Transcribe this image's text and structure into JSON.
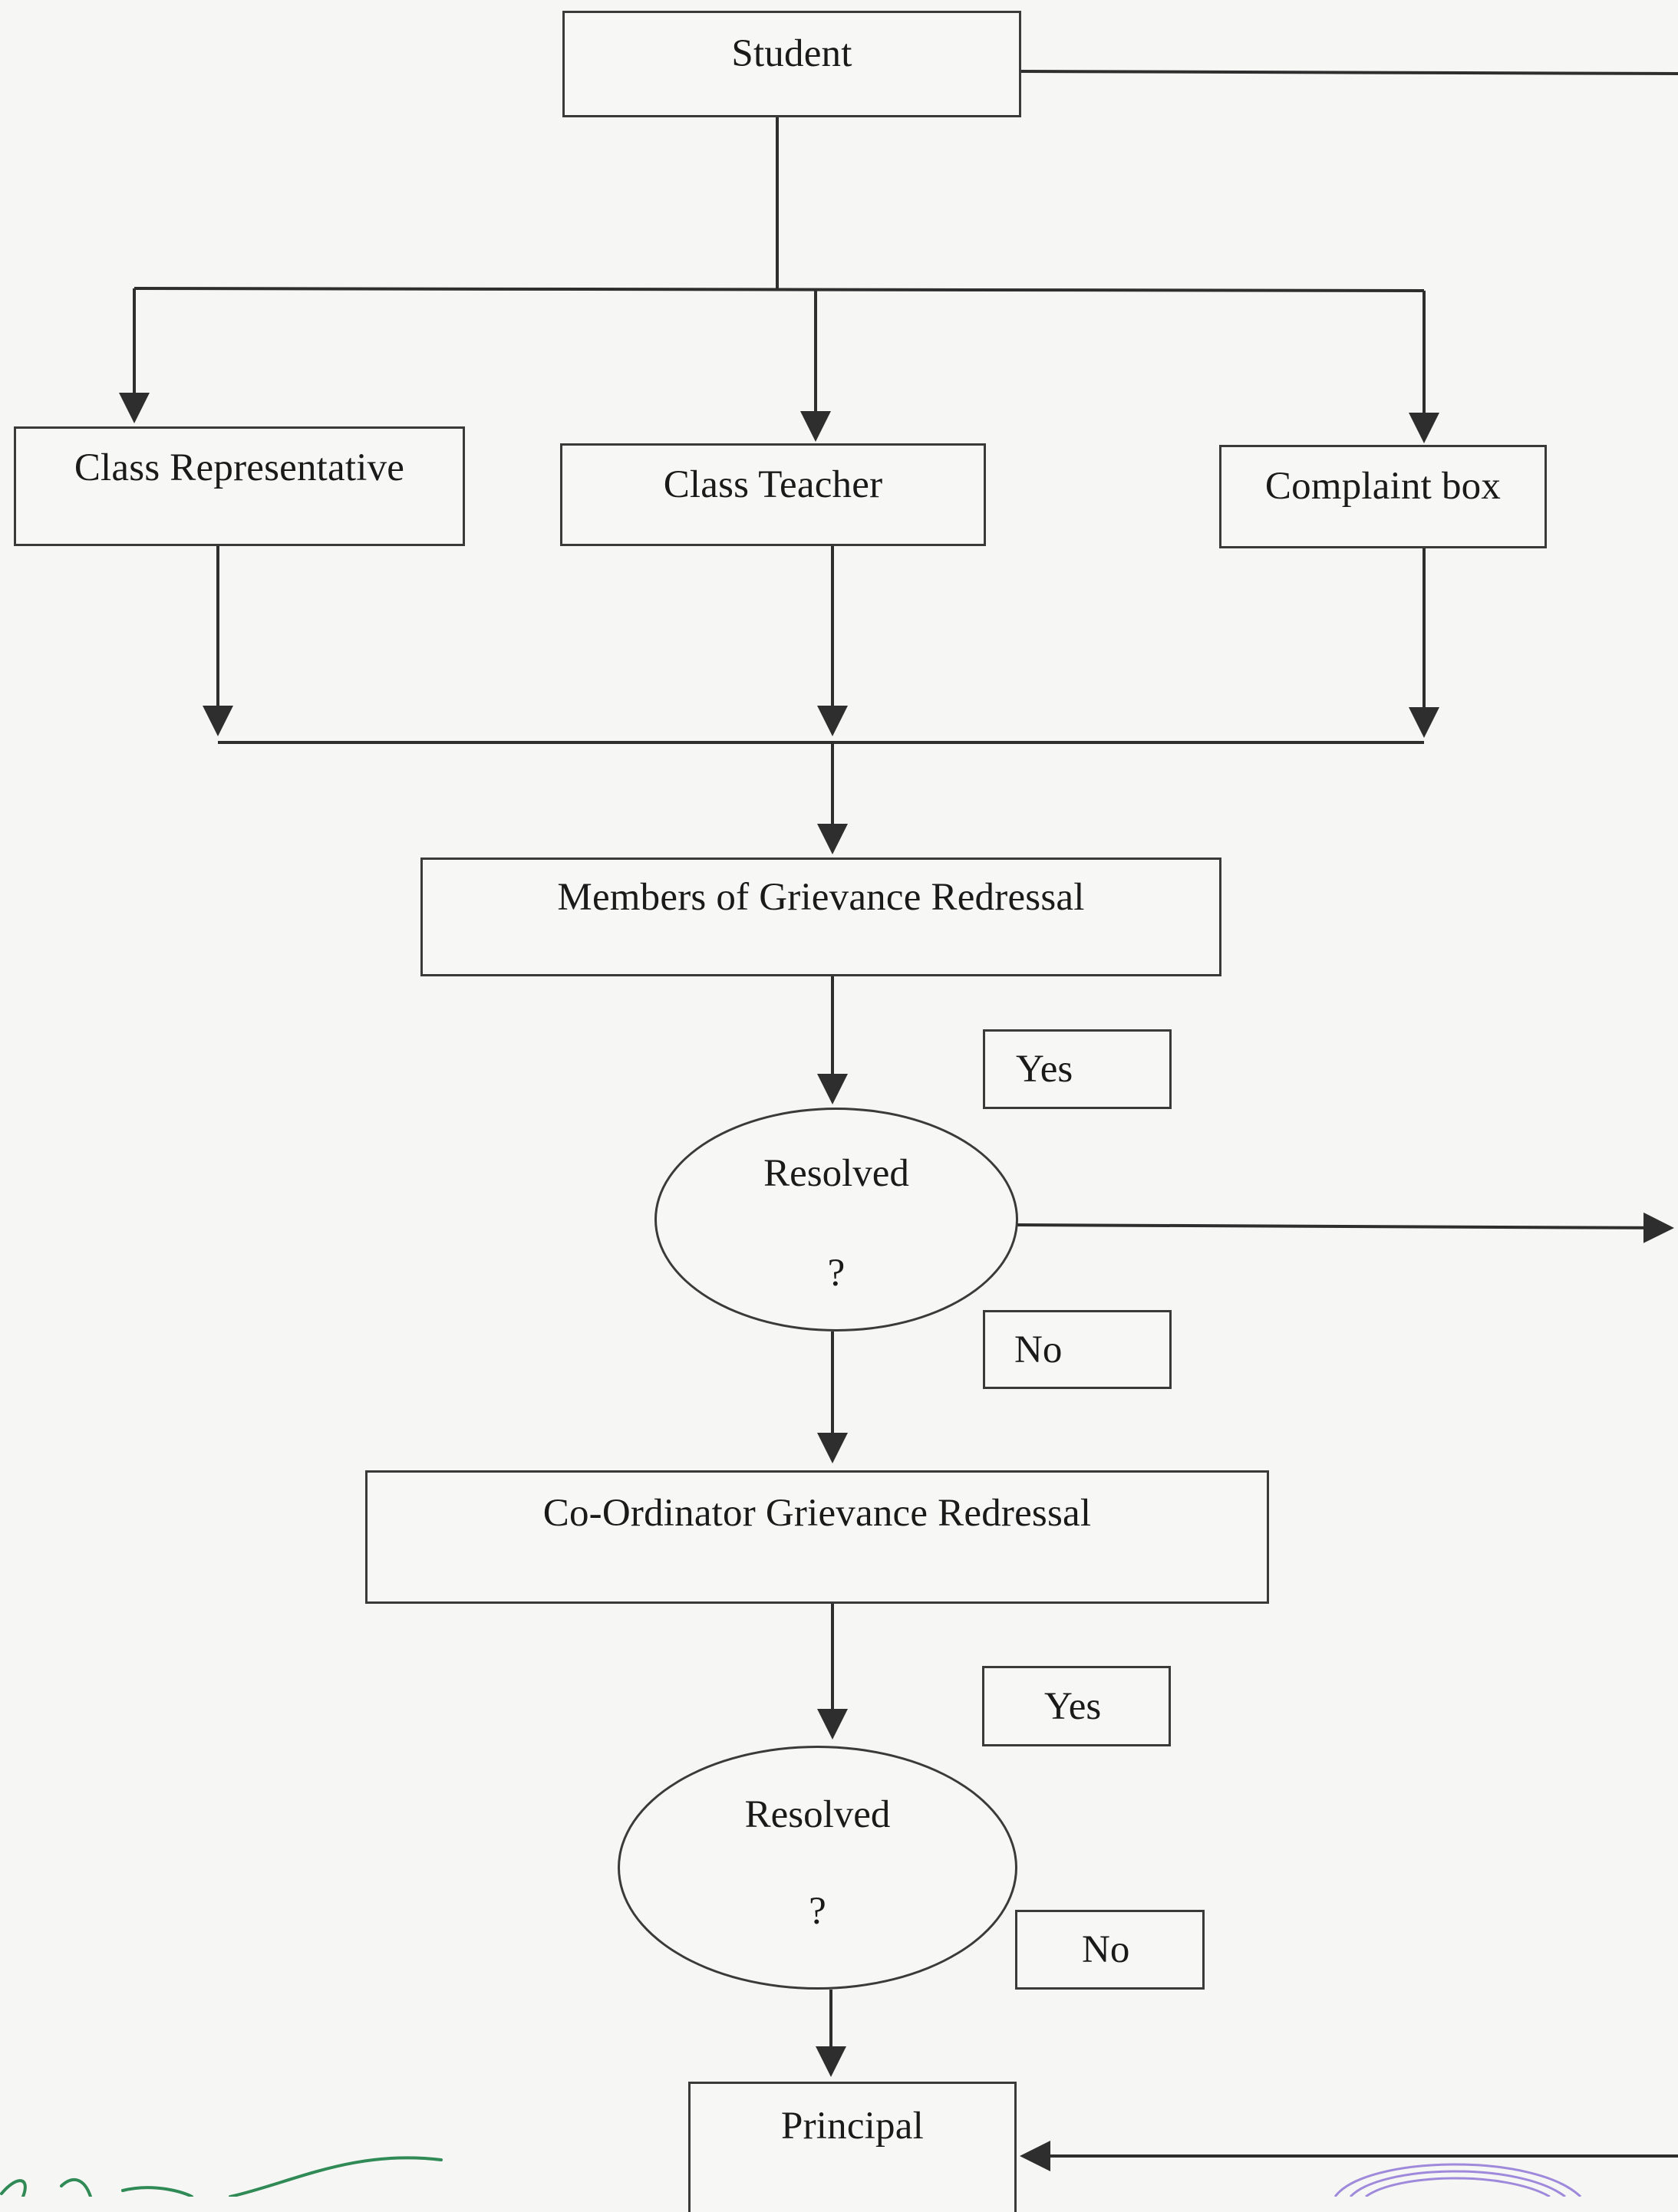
{
  "nodes": {
    "student": "Student",
    "class_representative": "Class Representative",
    "class_teacher": "Class Teacher",
    "complaint_box": "Complaint box",
    "members_grievance": "Members of Grievance Redressal",
    "resolved_1": {
      "line1": "Resolved",
      "line2": "?"
    },
    "coordinator_grievance": "Co-Ordinator Grievance Redressal",
    "resolved_2": {
      "line1": "Resolved",
      "line2": "?"
    },
    "principal": "Principal"
  },
  "labels": {
    "yes_1": "Yes",
    "no_1": "No",
    "yes_2": "Yes",
    "no_2": "No"
  },
  "colors": {
    "line": "#2e2e2e",
    "background": "#f6f6f4",
    "signature_green": "#2f8a55",
    "stamp_purple": "#8a6fd6"
  },
  "decorations": {
    "signature": "handwritten-signature",
    "stamp": "circular-stamp"
  }
}
